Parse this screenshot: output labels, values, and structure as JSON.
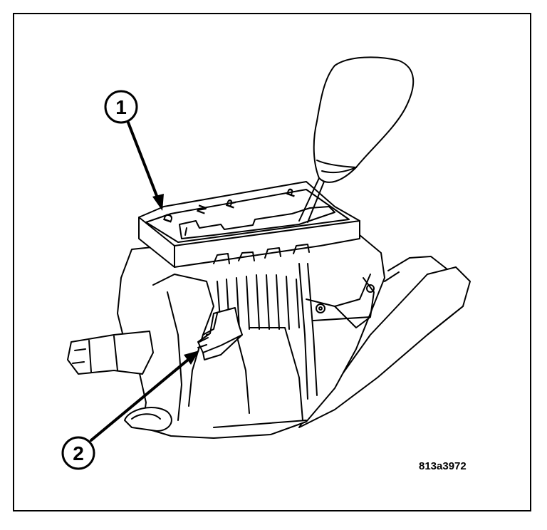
{
  "figure": {
    "reference_code": "813a3972",
    "callouts": [
      {
        "id": "callout-1",
        "label": "1"
      },
      {
        "id": "callout-2",
        "label": "2"
      }
    ],
    "gate_letters": [
      "P",
      "R",
      "N",
      "D"
    ]
  }
}
